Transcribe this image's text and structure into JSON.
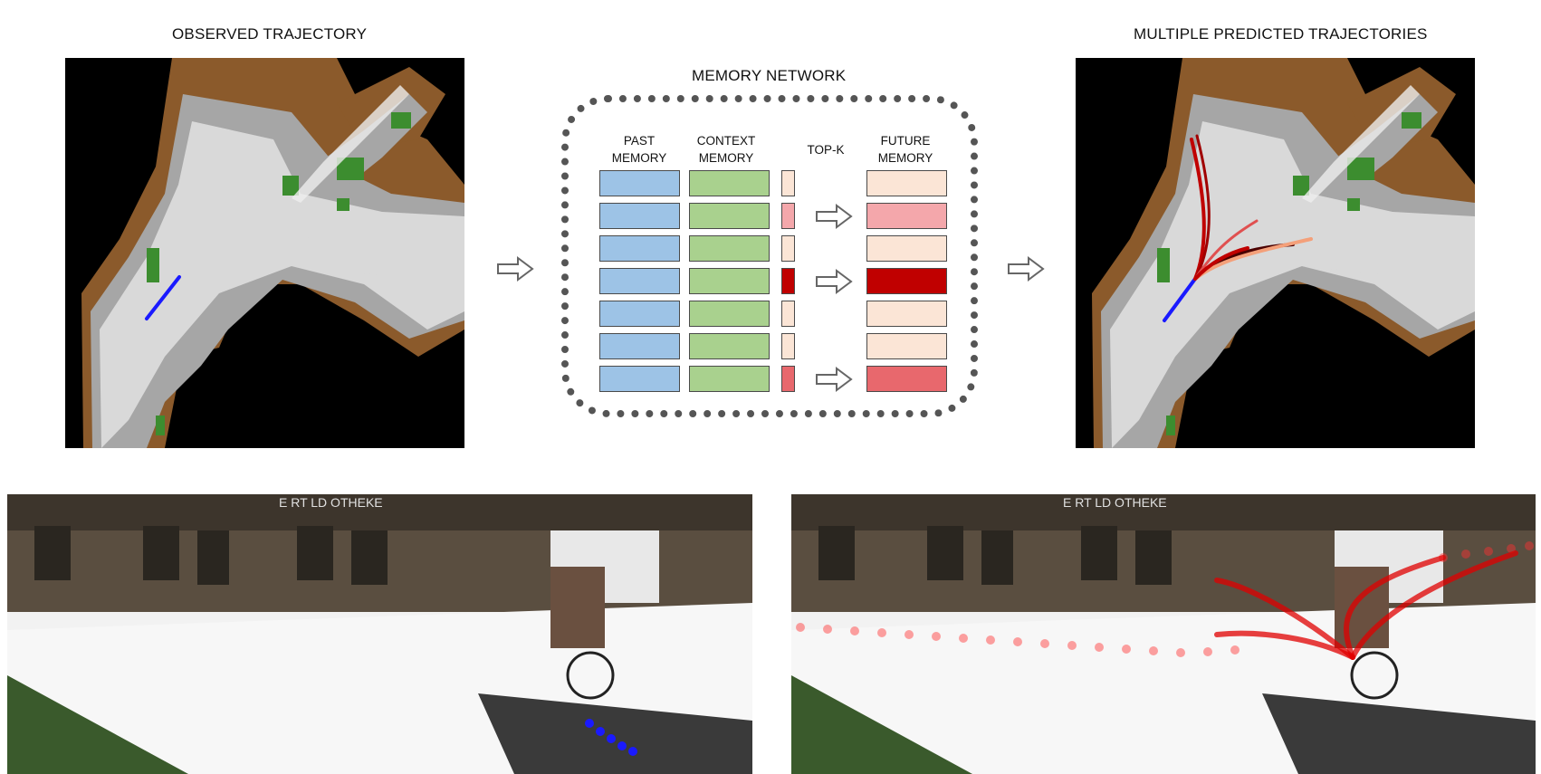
{
  "captions": {
    "observed": "OBSERVED TRAJECTORY",
    "memory": "MEMORY NETWORK",
    "predicted": "MULTIPLE PREDICTED TRAJECTORIES"
  },
  "memory_columns": {
    "past": "PAST\nMEMORY",
    "context": "CONTEXT\nMEMORY",
    "topk": "TOP-K",
    "future": "FUTURE\nMEMORY"
  },
  "rows": [
    {
      "score_color": "#fbe5d6",
      "future_color": "#fbe5d6",
      "selected": false
    },
    {
      "score_color": "#f4a7ab",
      "future_color": "#f4a7ab",
      "selected": true
    },
    {
      "score_color": "#fbe5d6",
      "future_color": "#fbe5d6",
      "selected": false
    },
    {
      "score_color": "#c00000",
      "future_color": "#c00000",
      "selected": true
    },
    {
      "score_color": "#fbe5d6",
      "future_color": "#fbe5d6",
      "selected": false
    },
    {
      "score_color": "#fbe5d6",
      "future_color": "#fbe5d6",
      "selected": false
    },
    {
      "score_color": "#e8686d",
      "future_color": "#e8686d",
      "selected": true
    }
  ],
  "colors": {
    "past_memory": "#9dc3e6",
    "context_memory": "#a9d18e",
    "map_drivable": "#d9d9d9",
    "map_sidewalk": "#a6a6a6",
    "map_terrain": "#8b5a2b",
    "map_vegetation": "#3c8d2f",
    "map_background": "#000000",
    "observed_trajectory": "#1a1aff",
    "predicted_trajectory": "#c00000"
  },
  "bottom_left_text": "E RT  LD  OTHEKE",
  "bottom_right_text": "E RT  LD  OTHEKE"
}
